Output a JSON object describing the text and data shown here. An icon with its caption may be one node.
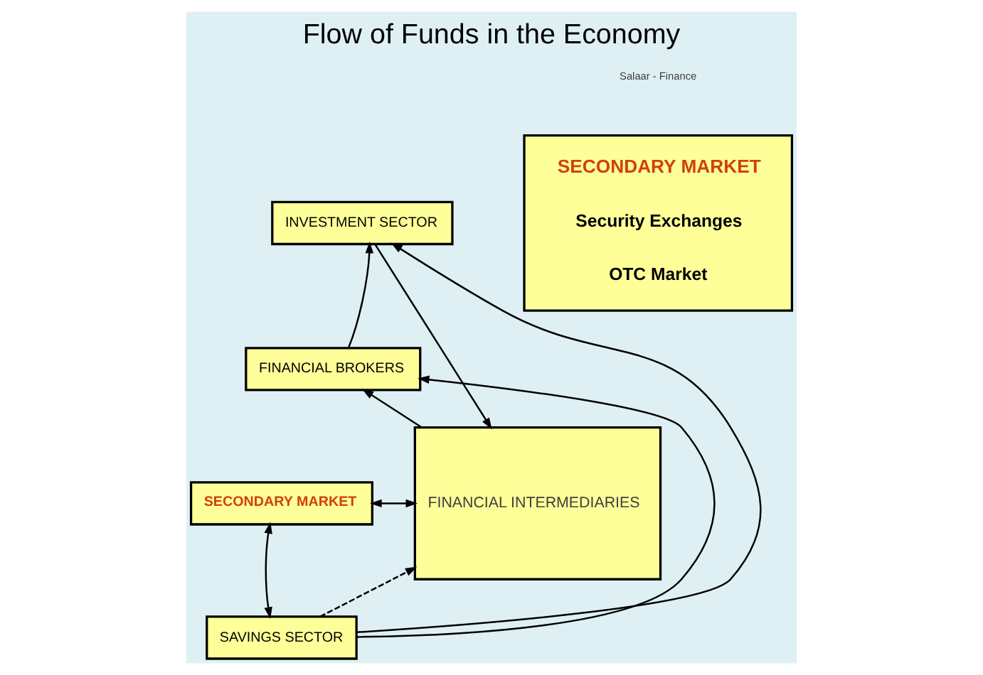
{
  "diagram": {
    "title": "Flow of Funds in the Economy",
    "nodes": [
      {
        "text": [
          "INVESTMENT SECTOR"
        ]
      },
      {
        "text": [
          "FINANCIAL BROKERS"
        ]
      },
      {
        "text": [
          "SECONDARY MARKET"
        ]
      },
      {
        "text": [
          "SAVINGS SECTOR"
        ]
      },
      {
        "text": [
          "FINANCIAL INTERMEDIARIES"
        ]
      },
      {
        "text": [
          "SECONDARY MARKET",
          "Security Exchanges",
          "OTC Market"
        ]
      }
    ],
    "edges": [
      {
        "from": 3,
        "to": 0,
        "arrow": "to"
      },
      {
        "from": 1,
        "to": 0,
        "arrow": "to"
      },
      {
        "from": 0,
        "to": 4,
        "arrow": "to"
      },
      {
        "from": 4,
        "to": 1,
        "arrow": "to"
      },
      {
        "from": 3,
        "to": 1,
        "arrow": "to"
      },
      {
        "from": 2,
        "to": 4,
        "arrow": "both"
      },
      {
        "from": 2,
        "to": 3,
        "arrow": "both"
      },
      {
        "from": 3,
        "to": 4,
        "arrow": "to",
        "style": "dashed"
      }
    ],
    "labels": [
      "Salaar - Finance"
    ]
  }
}
